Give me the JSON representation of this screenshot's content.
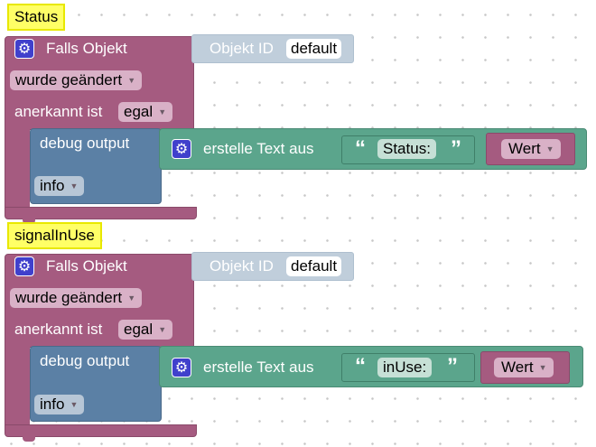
{
  "scripts": [
    {
      "comment": "Status",
      "trigger_label": "Falls Objekt",
      "object_label": "Objekt ID",
      "object_value": "default",
      "changed_option": "wurde geändert",
      "ack_label": "anerkannt ist",
      "ack_option": "egal",
      "debug_label": "debug output",
      "debug_level": "info",
      "text_label": "erstelle Text aus",
      "string_value": "Status:",
      "value_option": "Wert"
    },
    {
      "comment": "signalInUse",
      "trigger_label": "Falls Objekt",
      "object_label": "Objekt ID",
      "object_value": "default",
      "changed_option": "wurde geändert",
      "ack_label": "anerkannt ist",
      "ack_option": "egal",
      "debug_label": "debug output",
      "debug_level": "info",
      "text_label": "erstelle Text aus",
      "string_value": "inUse:",
      "value_option": "Wert"
    }
  ],
  "icons": {
    "gear": "gear-icon",
    "dropdown": "chevron-down-icon"
  },
  "colors": {
    "event": "#a55b80",
    "debug": "#5b80a5",
    "text": "#5ba58c",
    "comment": "#ffff66",
    "object_id": "#c0cedb"
  }
}
